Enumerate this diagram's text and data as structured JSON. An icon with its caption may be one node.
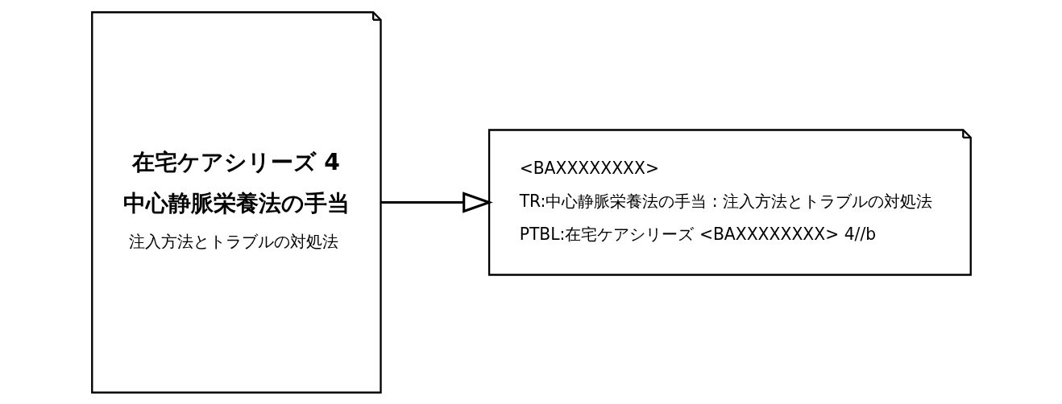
{
  "diagram": {
    "nodes": [
      {
        "text": [
          "在宅ケアシリーズ 4",
          "中心静脈栄養法の手当",
          "注入方法とトラブルの対処法"
        ]
      },
      {
        "text": [
          "<BAXXXXXXXX>",
          "TR:中心静脈栄養法の手当 : 注入方法とトラブルの対処法",
          "PTBL:在宅ケアシリーズ <BAXXXXXXXX> 4//b"
        ]
      }
    ],
    "edges": [
      {
        "from": 0,
        "to": 1,
        "arrow": "to"
      }
    ]
  }
}
